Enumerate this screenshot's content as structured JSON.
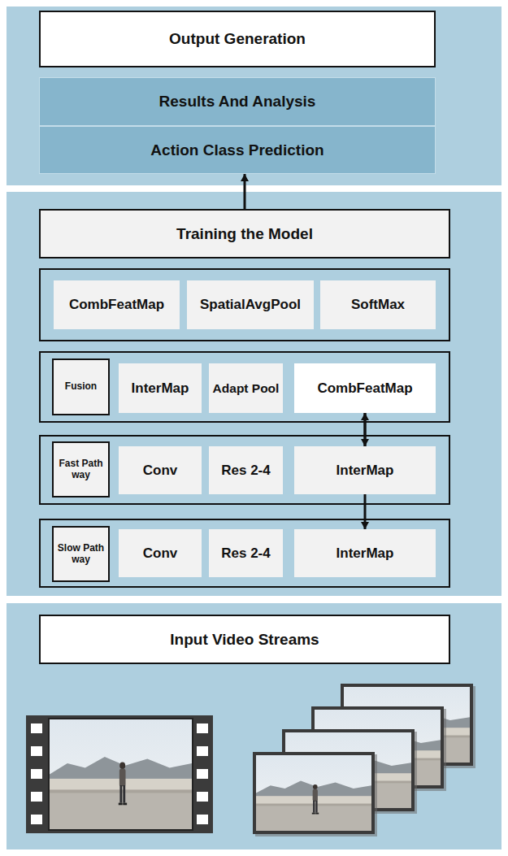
{
  "diagram": {
    "nodes": [
      {
        "text": [
          "Output Generation"
        ]
      },
      {
        "text": [
          "Results And Analysis"
        ]
      },
      {
        "text": [
          "Action Class Prediction"
        ]
      },
      {
        "text": [
          "Training the Model"
        ]
      },
      {
        "text": [
          "CombFeatMap"
        ]
      },
      {
        "text": [
          "SpatialAvgPool"
        ]
      },
      {
        "text": [
          "SoftMax"
        ]
      },
      {
        "text": [
          "Fusion"
        ]
      },
      {
        "text": [
          "InterMap"
        ]
      },
      {
        "text": [
          "Adapt Pool"
        ]
      },
      {
        "text": [
          "CombFeatMap"
        ]
      },
      {
        "text": [
          "Fast Path way"
        ]
      },
      {
        "text": [
          "Conv"
        ]
      },
      {
        "text": [
          "Res 2-4"
        ]
      },
      {
        "text": [
          "InterMap"
        ]
      },
      {
        "text": [
          "Slow Path way"
        ]
      },
      {
        "text": [
          "Conv"
        ]
      },
      {
        "text": [
          "Res 2-4"
        ]
      },
      {
        "text": [
          "InterMap"
        ]
      },
      {
        "text": [
          "Input Video Streams"
        ]
      }
    ],
    "edges": [
      {
        "from": 3,
        "to": 2,
        "arrow": "to"
      },
      {
        "from": 18,
        "to": 10,
        "arrow": "both"
      },
      {
        "from": 10,
        "to": 14,
        "arrow": "to"
      }
    ]
  }
}
